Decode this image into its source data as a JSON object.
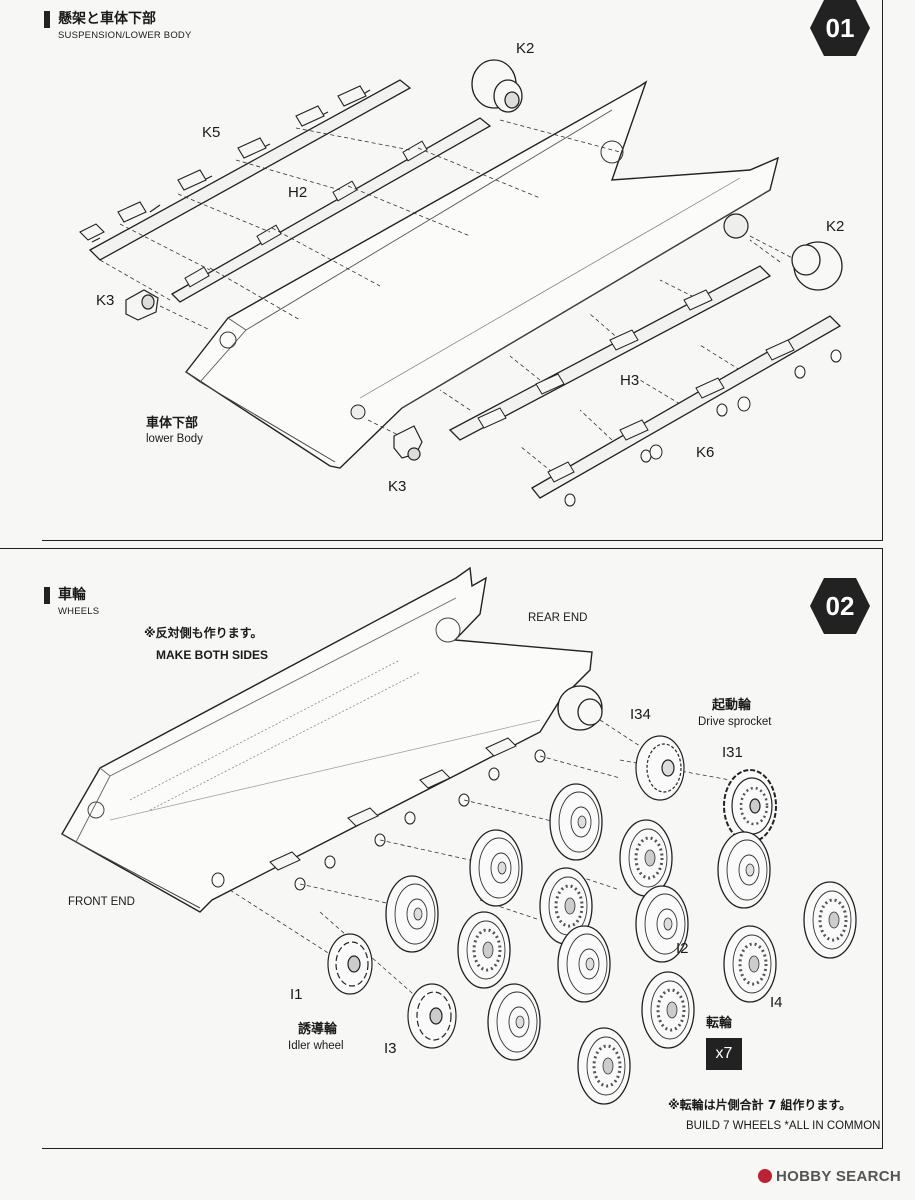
{
  "step1": {
    "number": "01",
    "title_jp": "懸架と車体下部",
    "title_en": "SUSPENSION/LOWER BODY",
    "parts": {
      "k2_top": "K2",
      "k5": "K5",
      "h2": "H2",
      "k2_right": "K2",
      "k3_left": "K3",
      "h3": "H3",
      "k6": "K6",
      "k3_bottom": "K3"
    },
    "lower_body_jp": "車体下部",
    "lower_body_en": "lower Body"
  },
  "step2": {
    "number": "02",
    "title_jp": "車輪",
    "title_en": "WHEELS",
    "note_jp": "※反対側も作ります。",
    "note_en": "MAKE BOTH SIDES",
    "rear_end": "REAR END",
    "front_end": "FRONT END",
    "parts": {
      "i34": "I34",
      "i31": "I31",
      "i2": "I2",
      "i4": "I4",
      "i1": "I1",
      "i3": "I3"
    },
    "drive_sprocket_jp": "起動輪",
    "drive_sprocket_en": "Drive sprocket",
    "idler_jp": "誘導輪",
    "idler_en": "Idler wheel",
    "road_wheel_jp": "転輪",
    "quantity": "x7",
    "build_note_jp": "※転輪は片側合計 7 組作ります。",
    "build_note_en": "BUILD 7 WHEELS *ALL IN COMMON"
  },
  "watermark": "HOBBY SEARCH"
}
